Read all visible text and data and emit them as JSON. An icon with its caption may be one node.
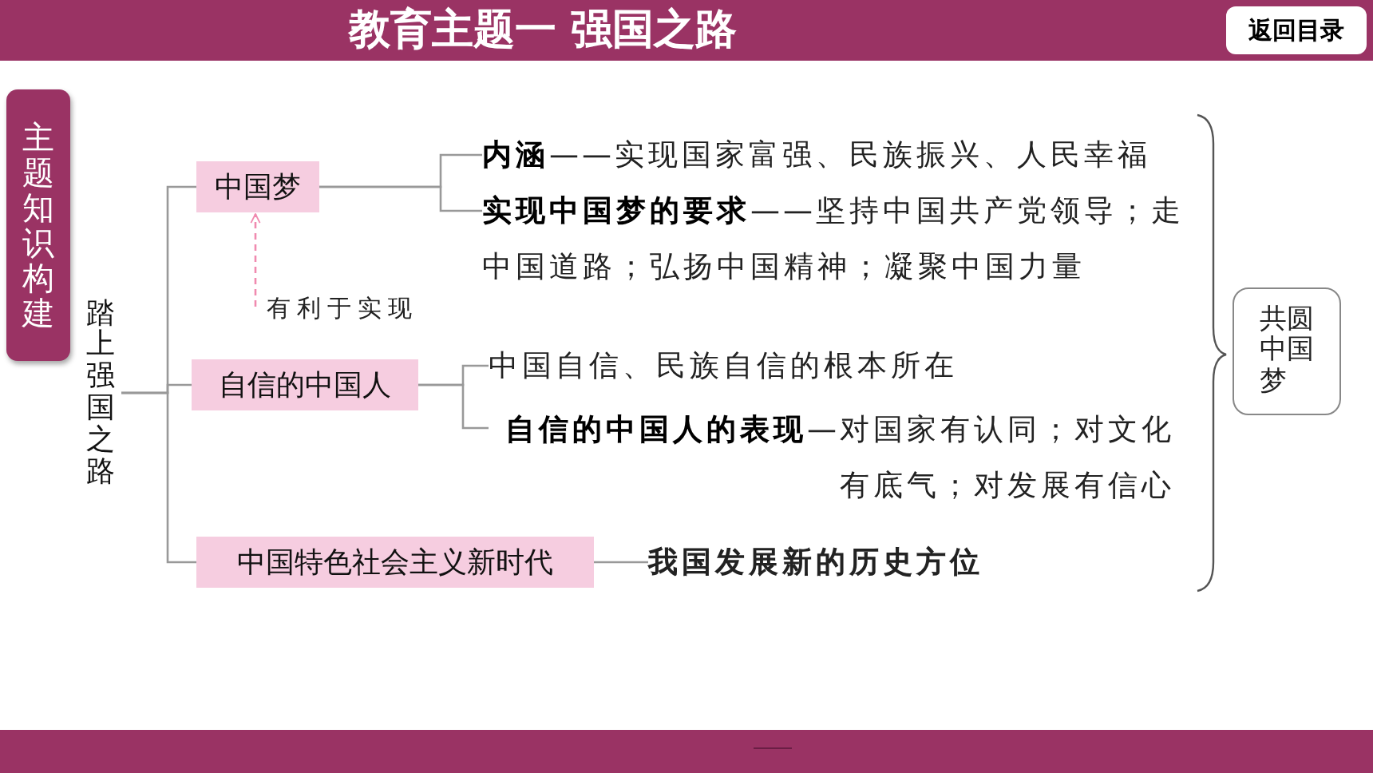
{
  "diagram": {
    "title": "教育主题一 强国之路",
    "nodes": [
      {
        "text": [
          "主题知识构建"
        ]
      },
      {
        "text": [
          "踏上强国之路"
        ]
      },
      {
        "text": [
          "中国梦"
        ]
      },
      {
        "text": [
          "自信的中国人"
        ]
      },
      {
        "text": [
          "中国特色社会主义新时代"
        ]
      },
      {
        "text": [
          "**内涵**——实现国家富强、民族振兴、人民幸福"
        ]
      },
      {
        "text": [
          "**实现中国梦的要求**——坚持中国共产党领导；走中国道路；弘扬中国精神；凝聚中国力量"
        ]
      },
      {
        "text": [
          "中国自信、民族自信的根本所在"
        ]
      },
      {
        "text": [
          "**自信的中国人的表现**—对国家有认同；对文化有底气；对发展有信心"
        ]
      },
      {
        "text": [
          "我国发展新的历史方位"
        ]
      },
      {
        "text": [
          "共圆中国梦"
        ]
      }
    ],
    "edges": [
      {
        "from": 1,
        "to": 2,
        "arrow": "none"
      },
      {
        "from": 1,
        "to": 3,
        "arrow": "none"
      },
      {
        "from": 1,
        "to": 4,
        "arrow": "none"
      },
      {
        "from": 2,
        "to": 5,
        "arrow": "none"
      },
      {
        "from": 2,
        "to": 6,
        "arrow": "none"
      },
      {
        "from": 3,
        "to": 7,
        "arrow": "none"
      },
      {
        "from": 3,
        "to": 8,
        "arrow": "none"
      },
      {
        "from": 4,
        "to": 9,
        "arrow": "none"
      },
      {
        "from": null,
        "to": 2,
        "arrow": "to",
        "label": "有利于实现",
        "style": "dashed",
        "color": "#f08ab0"
      }
    ],
    "labels": [
      "返回目录"
    ]
  }
}
